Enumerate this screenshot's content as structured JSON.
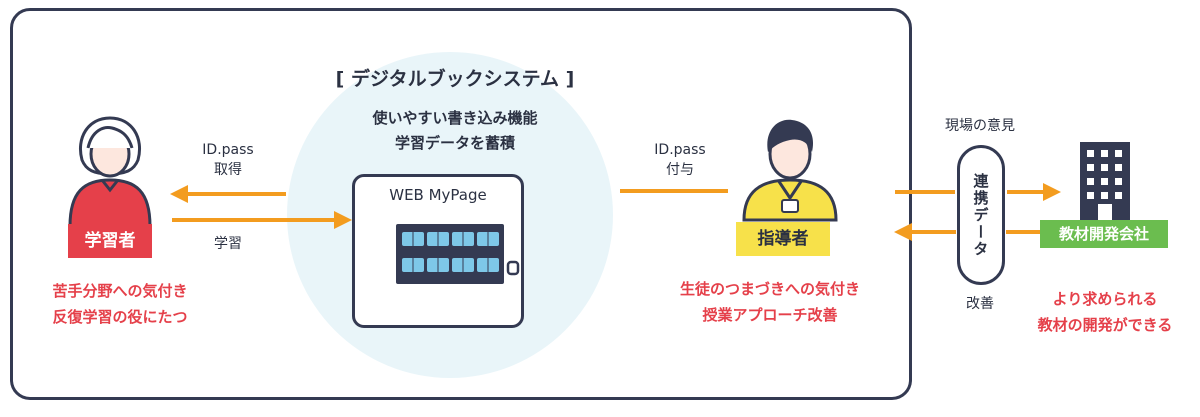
{
  "system": {
    "title": "[ デジタルブックシステム ]",
    "desc_line1": "使いやすい書き込み機能",
    "desc_line2": "学習データを蓄積",
    "tablet_title": "WEB MyPage"
  },
  "learner": {
    "tag": "学習者",
    "benefit_line1": "苦手分野への気付き",
    "benefit_line2": "反復学習の役にたつ"
  },
  "arrows_left": {
    "top_line1": "ID.pass",
    "top_line2": "取得",
    "bottom": "学習"
  },
  "teacher": {
    "tag": "指導者",
    "benefit_line1": "生徒のつまづきへの気付き",
    "benefit_line2": "授業アプローチ改善",
    "arrow_line1": "ID.pass",
    "arrow_line2": "付与"
  },
  "cooperation": {
    "label": "連携データ",
    "top_caption": "現場の意見",
    "bottom_caption": "改善"
  },
  "company": {
    "tag": "教材開発会社",
    "benefit_line1": "より求められる",
    "benefit_line2": "教材の開発ができる"
  },
  "colors": {
    "arrow": "#f39c1f",
    "accent_red": "#e5404a",
    "accent_green": "#6bbd4f",
    "navy": "#343a52",
    "circle_bg": "#e9f5f9"
  }
}
